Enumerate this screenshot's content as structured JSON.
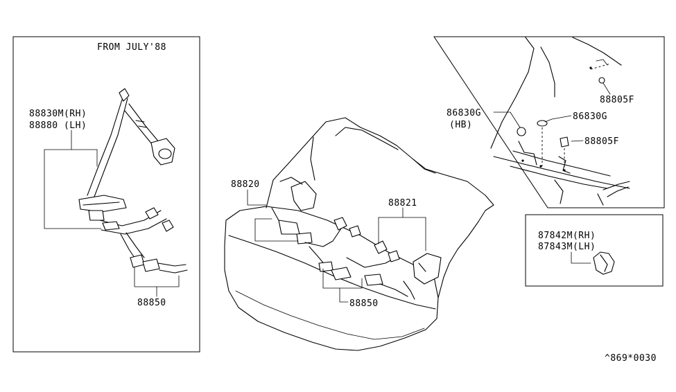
{
  "left_panel": {
    "note": "FROM JULY'88",
    "label_rh": "88830M(RH)",
    "label_lh": "88880 (LH)",
    "label_buckle": "88850"
  },
  "center_panel": {
    "label_left_belt": "88820",
    "label_right_belt": "88821",
    "label_buckle": "88850"
  },
  "top_right_panel": {
    "label_clip_a": "88805F",
    "label_grommet_hb": "86830G",
    "label_grommet_hb_sub": "(HB)",
    "label_grommet": "86830G",
    "label_clip_b": "88805F"
  },
  "bottom_right_panel": {
    "label_rh": "87842M(RH)",
    "label_lh": "87843M(LH)"
  },
  "footer": {
    "diagram_code": "^869*0030"
  }
}
